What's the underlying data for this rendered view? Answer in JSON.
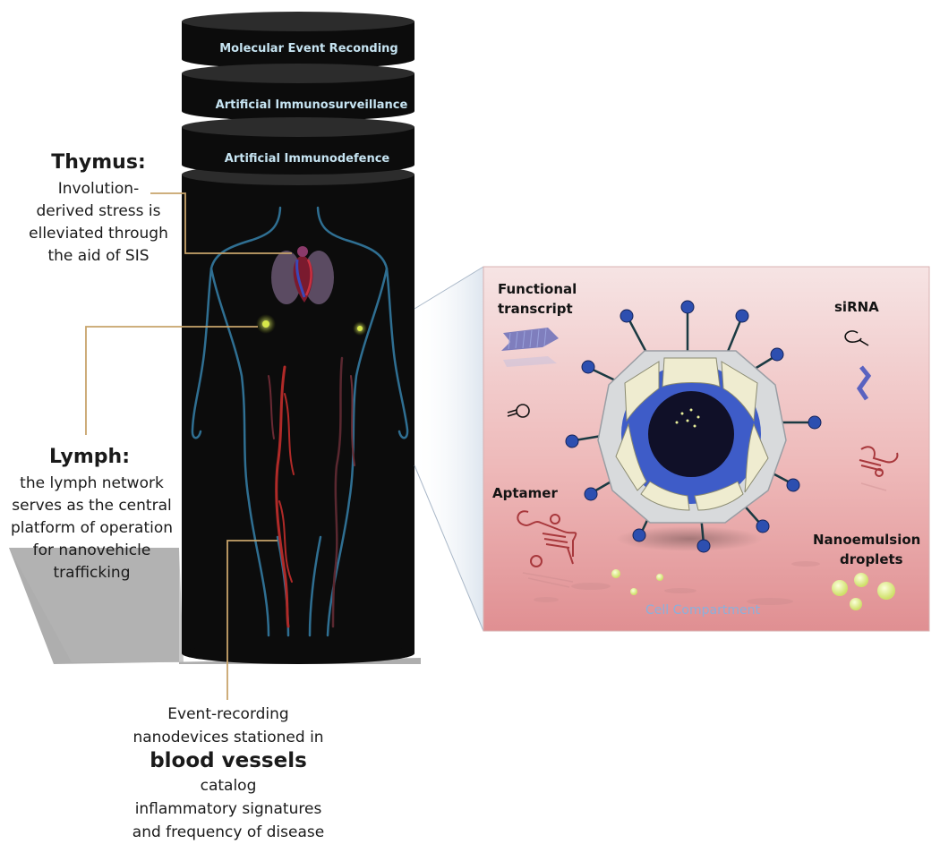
{
  "cylinder": {
    "layers": [
      {
        "label": "Molecular Event Reconding"
      },
      {
        "label": "Artificial Immunosurveillance"
      },
      {
        "label": "Artificial Immunodefence"
      }
    ]
  },
  "thymus": {
    "title": "Thymus:",
    "lines": [
      "Involution-",
      "derived stress is",
      "elleviated through",
      "the aid of SIS"
    ]
  },
  "lymph": {
    "title": "Lymph:",
    "lines": [
      "the lymph network",
      "serves as the central",
      "platform of operation",
      "for nanovehicle",
      "trafficking"
    ]
  },
  "blood": {
    "line1": "Event-recording",
    "line2": "nanodevices stationed in",
    "bold": "blood vessels",
    "line3_rest": " catalog",
    "line4": "inflammatory signatures",
    "line5": "and frequency of disease"
  },
  "panel": {
    "functional_1": "Functional",
    "functional_2": "transcript",
    "sirna": "siRNA",
    "aptamer": "Aptamer",
    "nano_1": "Nanoemulsion",
    "nano_2": "droplets",
    "cell": "Cell Compartment"
  },
  "colors": {
    "cylinder": "#0d0d0d",
    "cylinder_top": "#2e2e2e",
    "body_outline": "#2f6f92",
    "leader_line": "#c8a46b",
    "panel_top": "#f4dede",
    "panel_bottom": "#e39a9a",
    "nanoparticle_shell": "#d6d8db",
    "nanoparticle_core": "#11112a",
    "nanoparticle_ring": "#3b58c4",
    "tile": "#efecd0",
    "spike_tip": "#2d4fb0",
    "droplet": "#eef5a8",
    "aptamer": "#a8383c"
  },
  "icons": [
    "thymus-organ-icon",
    "lymph-node-icon",
    "blood-vessel-icon",
    "functional-transcript-icon",
    "sirna-icon",
    "aptamer-icon",
    "nanoemulsion-droplet-icon",
    "nanoparticle-icon"
  ]
}
